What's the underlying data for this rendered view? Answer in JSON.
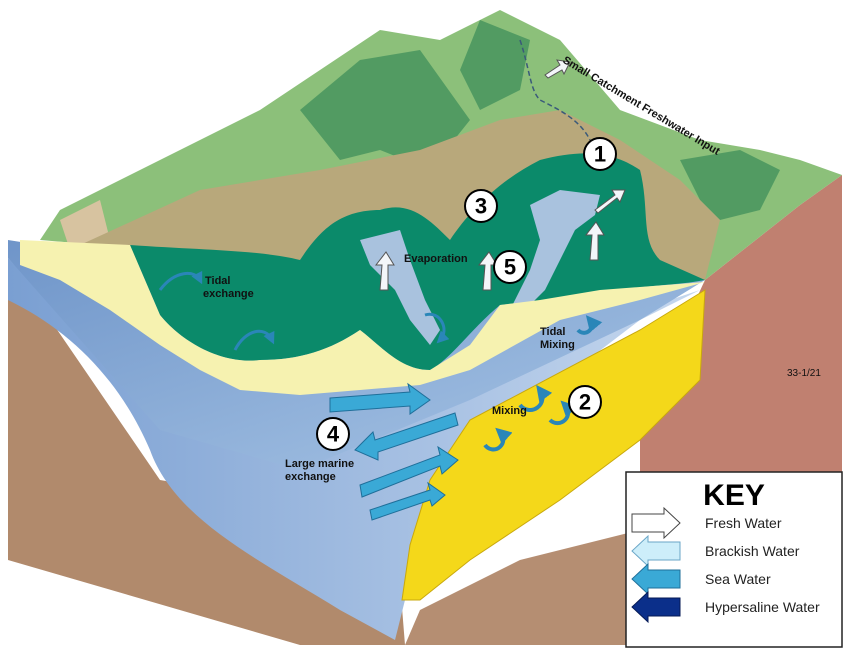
{
  "labels": {
    "catchment": "Small Catchment Freshwater Input",
    "tidal_exchange_1": "Tidal",
    "tidal_exchange_2": "exchange",
    "evaporation": "Evaporation",
    "tidal_mixing_1": "Tidal",
    "tidal_mixing_2": "Mixing",
    "mixing": "Mixing",
    "large_marine_1": "Large marine",
    "large_marine_2": "exchange",
    "figure_code": "33-1/21"
  },
  "markers": [
    "1",
    "2",
    "3",
    "4",
    "5"
  ],
  "key": {
    "title": "KEY",
    "items": [
      {
        "label": "Fresh Water",
        "color": "#ffffff"
      },
      {
        "label": "Brackish Water",
        "color": "#cdeefa"
      },
      {
        "label": "Sea Water",
        "color": "#3aa9d6"
      },
      {
        "label": "Hypersaline Water",
        "color": "#0b2f8a"
      }
    ]
  },
  "colors": {
    "hills": "#8cc07a",
    "ridge": "#3f8f5b",
    "lowland": "#b8a87b",
    "mangrove": "#0b8a6a",
    "beach": "#f6f2b0",
    "lagoon": "#9cc7e3",
    "sea_side": "#8fb0d8",
    "earth": "#b58e72",
    "cliff": "#bb8070",
    "yellow_band": "#f4d81a"
  }
}
